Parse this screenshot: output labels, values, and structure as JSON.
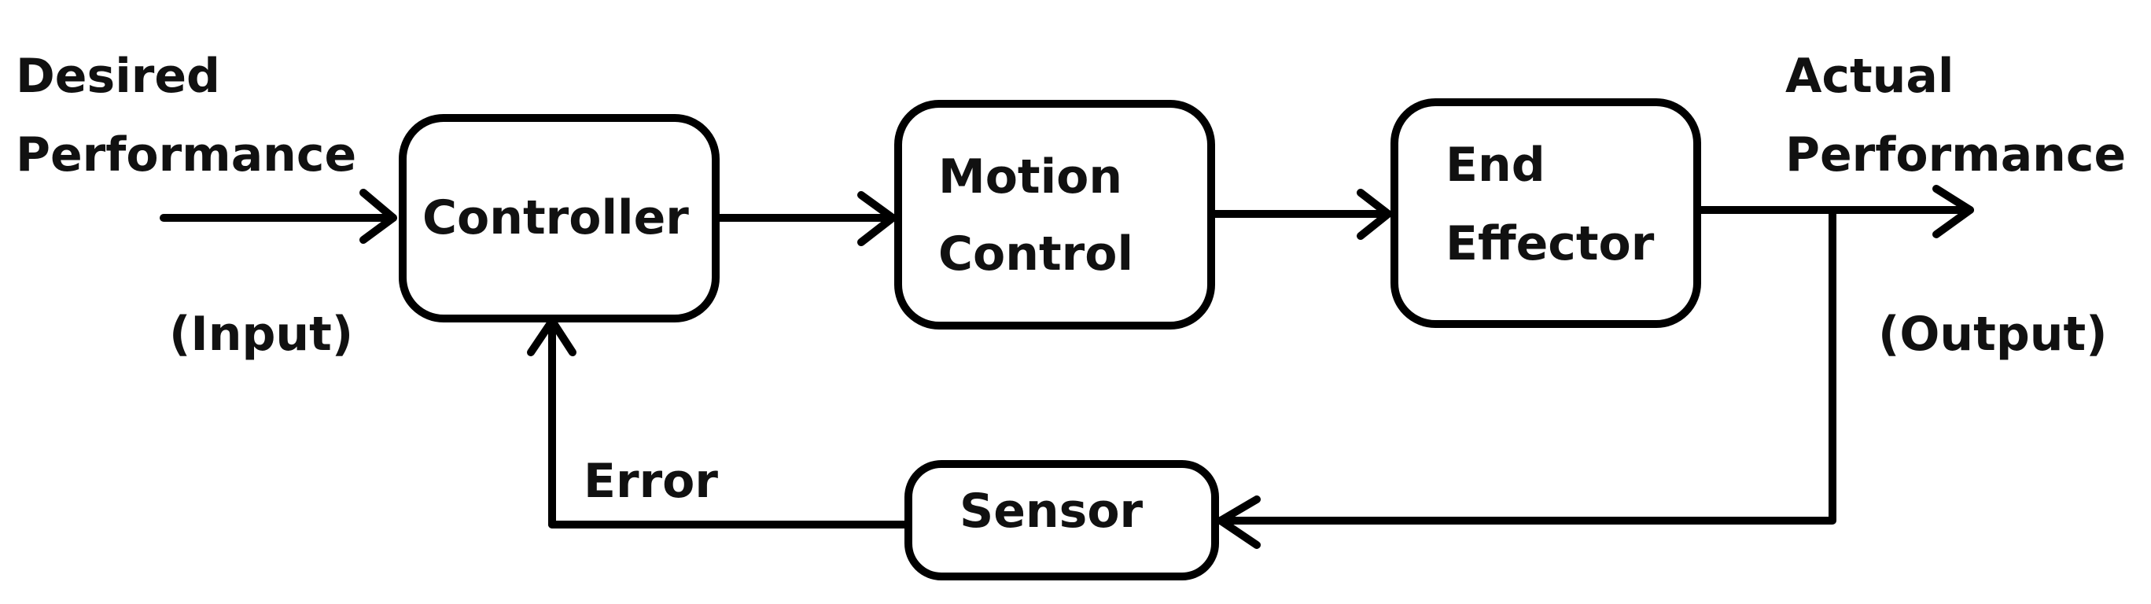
{
  "blocks": {
    "controller": "Controller",
    "motion_control": [
      "Motion",
      "Control"
    ],
    "end_effector": [
      "End",
      "Effector"
    ],
    "sensor": "Sensor"
  },
  "input": {
    "label": [
      "Desired",
      "Performance"
    ],
    "note": "(Input)"
  },
  "output": {
    "label": [
      "Actual",
      "Performance"
    ],
    "note": "(Output)"
  },
  "feedback": {
    "label": "Error"
  },
  "colors": {
    "stroke": "#000000",
    "text": "#111111",
    "background": "#ffffff"
  }
}
